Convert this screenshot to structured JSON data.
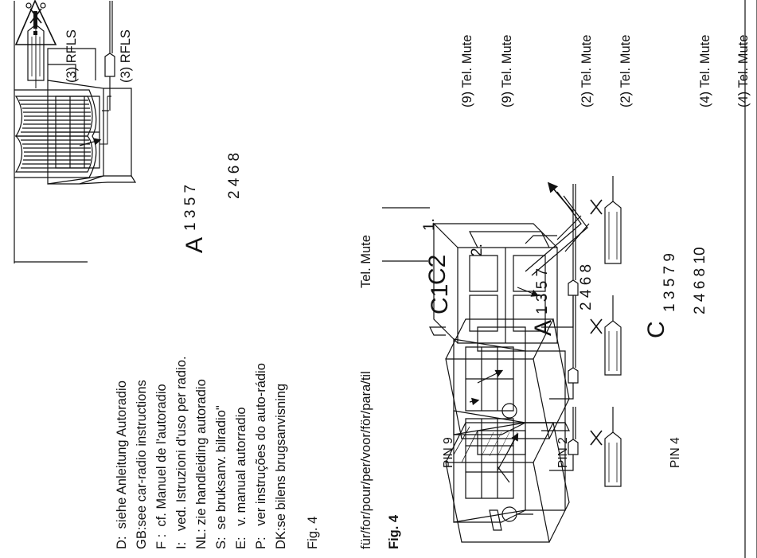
{
  "instructions": [
    {
      "key": "D:",
      "text": "siehe Anleitung Autoradio"
    },
    {
      "key": "GB:",
      "text": "see car-radio instructions"
    },
    {
      "key": "F :",
      "text": "cf. Manuel de l'autoradio"
    },
    {
      "key": "I:",
      "text": "ved. Istruzioni d'uso per radio."
    },
    {
      "key": "NL:",
      "text": "zie handleiding autoradio"
    },
    {
      "key": "S:",
      "text": "se bruksanv. bilradio\""
    },
    {
      "key": "E:",
      "text": "v. manual autorradio"
    },
    {
      "key": "P:",
      "text": "ver instruções do auto-rádio"
    },
    {
      "key": "DK:",
      "text": "se bilens brugsanvisning"
    }
  ],
  "fig_ref": "Fig. 4",
  "fig_title": "Fig. 4",
  "for_label": "für/for/pour/per/voor/för/para/til",
  "tel_mute_heading": "Tel. Mute",
  "top_connector": {
    "letter": "A",
    "pins_top": "1 3 5 7",
    "pins_bottom": "2 4 6 8",
    "wire_label_1": "(3) RFLS",
    "wire_label_2": "(3) RFLS"
  },
  "rows": [
    {
      "pin_label": "PIN 9",
      "connector_left": "C1",
      "connector_right": "C2",
      "step_1": "1.",
      "step_2": "2.",
      "wire_label_1": "(9) Tel. Mute",
      "wire_label_2": "(9) Tel. Mute"
    },
    {
      "pin_label": "PIN 2",
      "connector": "A",
      "pins_top": "1 3 5 7",
      "pins_bottom": "2 4 6 8",
      "wire_label_1": "(2) Tel. Mute",
      "wire_label_2": "(2) Tel. Mute"
    },
    {
      "pin_label": "PIN 4",
      "connector": "C",
      "pins_top": "1 3 5 7 9",
      "pins_bottom": "2 4 6 8 10",
      "wire_label_1": "(4) Tel. Mute",
      "wire_label_2": "(4) Tel. Mute"
    }
  ]
}
